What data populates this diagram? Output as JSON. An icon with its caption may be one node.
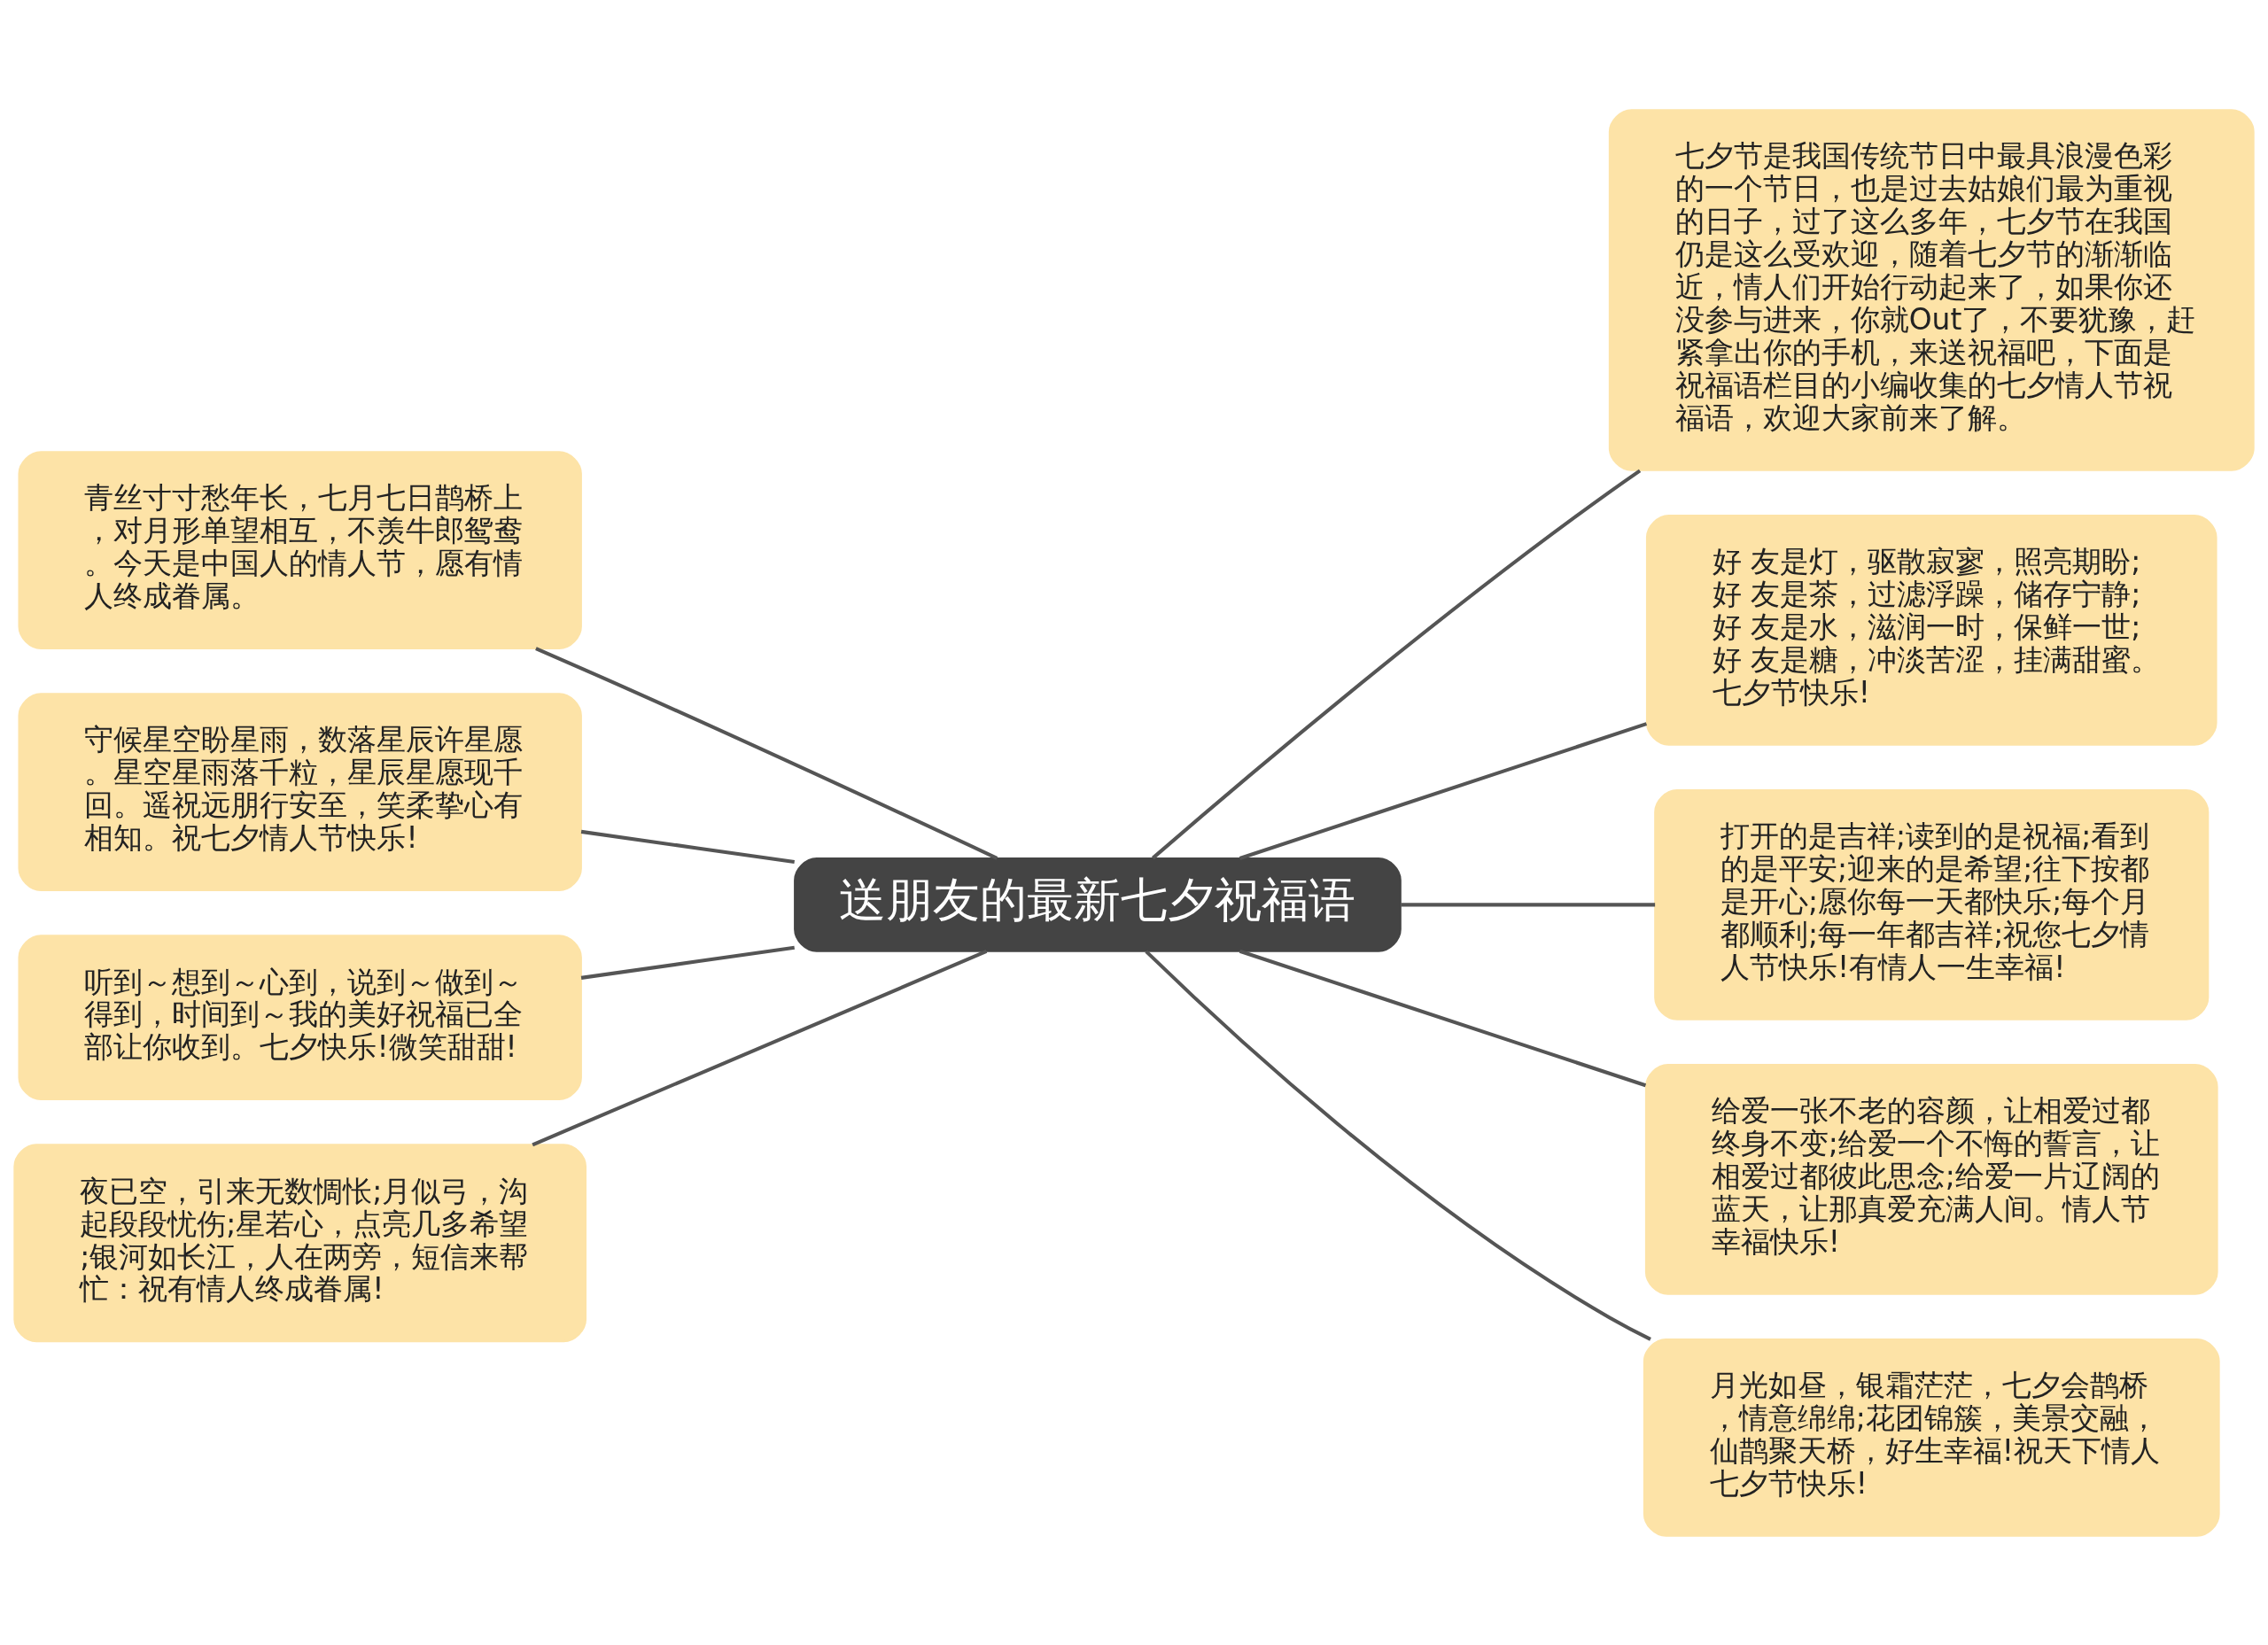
{
  "diagram": {
    "nodes": [
      {
        "text": [
          "送朋友的最新七夕祝福语"
        ]
      },
      {
        "text": [
          "七夕节是我国传统节日中最具浪漫色彩的一个节日，也是过去姑娘们最为重视的日子，过了这么多年，七夕节在我国仍是这么受欢迎，随着七夕节的渐渐临近，情人们开始行动起来了，如果你还没参与进来，你就Out了，不要犹豫，赶紧拿出你的手机，来送祝福吧，下面是祝福语栏目的小编收集的七夕情人节祝福语，欢迎大家前来了解。"
        ]
      },
      {
        "text": [
          "好 友是灯，驱散寂寥，照亮期盼;好 友是茶，过滤浮躁，储存宁静;好 友是水，滋润一时，保鲜一世;好 友是糖，冲淡苦涩，挂满甜蜜。七夕节快乐!"
        ]
      },
      {
        "text": [
          "打开的是吉祥;读到的是祝福;看到的是平安;迎来的是希望;往下按都是开心;愿你每一天都快乐;每个月都顺利;每一年都吉祥;祝您七夕情人节快乐!有情人一生幸福!"
        ]
      },
      {
        "text": [
          "给爱一张不老的容颜，让相爱过都终身不变;给爱一个不悔的誓言，让相爱过都彼此思念;给爱一片辽阔的蓝天，让那真爱充满人间。情人节幸福快乐!"
        ]
      },
      {
        "text": [
          "月光如昼，银霜茫茫，七夕会鹊桥，情意绵绵;花团锦簇，美景交融，仙鹊聚天桥，好生幸福!祝天下情人七夕节快乐!"
        ]
      },
      {
        "text": [
          "青丝寸寸愁年长，七月七日鹊桥上，对月形单望相互，不羡牛郎鸳鸯。今天是中国人的情人节，愿有情人终成眷属。"
        ]
      },
      {
        "text": [
          "守候星空盼星雨，数落星辰许星愿。星空星雨落千粒，星辰星愿现千回。遥祝远朋行安至，笑柔挚心有相知。祝七夕情人节快乐!"
        ]
      },
      {
        "text": [
          "听到～想到～心到，说到～做到～得到，时间到～我的美好祝福已全部让你收到。七夕快乐!微笑甜甜!"
        ]
      },
      {
        "text": [
          "夜已空，引来无数惆怅;月似弓，沟起段段忧伤;星若心，点亮几多希望;银河如长江，人在两旁，短信来帮忙：祝有情人终成眷属!"
        ]
      }
    ],
    "edges": [
      {
        "from": 0,
        "to": 1,
        "arrow": "none"
      },
      {
        "from": 0,
        "to": 2,
        "arrow": "none"
      },
      {
        "from": 0,
        "to": 3,
        "arrow": "none"
      },
      {
        "from": 0,
        "to": 4,
        "arrow": "none"
      },
      {
        "from": 0,
        "to": 5,
        "arrow": "none"
      },
      {
        "from": 0,
        "to": 6,
        "arrow": "none"
      },
      {
        "from": 0,
        "to": 7,
        "arrow": "none"
      },
      {
        "from": 0,
        "to": 8,
        "arrow": "none"
      },
      {
        "from": 0,
        "to": 9,
        "arrow": "none"
      }
    ]
  }
}
